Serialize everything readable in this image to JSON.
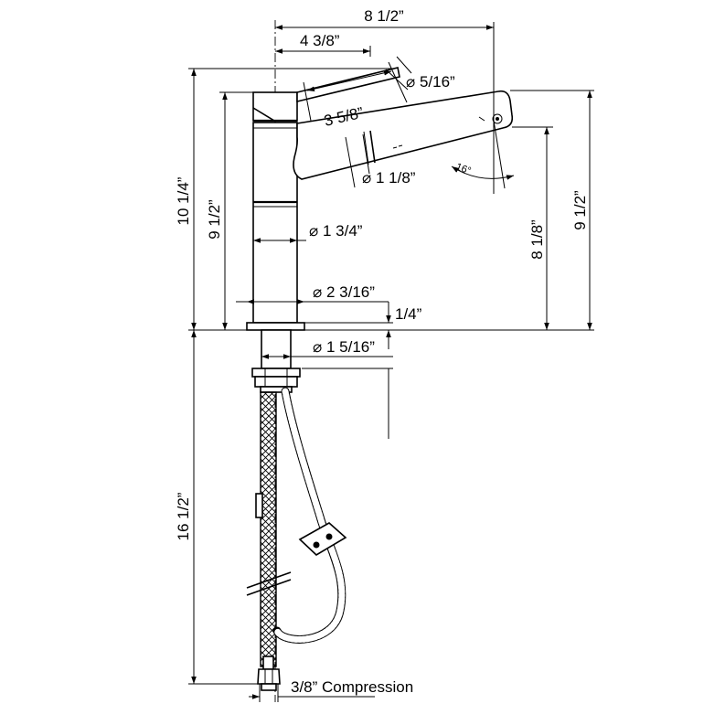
{
  "dimensions": {
    "overall_width": "8 1/2”",
    "spout_offset": "4 3/8”",
    "spout_length": "3 5/8”",
    "handle_dia": "5/16”",
    "spray_dia": "1 1/8”",
    "body_dia": "1 3/4”",
    "flange_dia": "2 3/16”",
    "flange_height": "1/4”",
    "shank_dia": "1 5/16”",
    "total_height": "10 1/4”",
    "body_height": "9 1/2”",
    "spout_height": "9 1/2”",
    "outlet_height": "8 1/8”",
    "shank_length": "16 1/2”",
    "tilt_angle": "16°",
    "connection": "3/8” Compression"
  }
}
